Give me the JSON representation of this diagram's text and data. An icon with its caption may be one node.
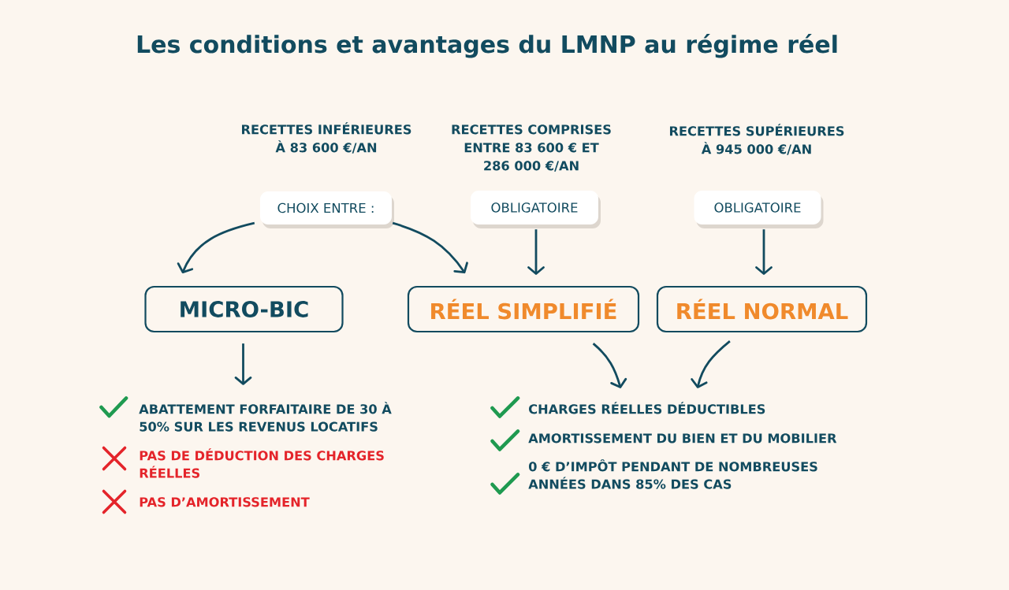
{
  "diagram": {
    "title": "Les conditions et avantages du LMNP au régime réel",
    "nodes": [
      {
        "text": [
          "CHOIX ENTRE :"
        ]
      },
      {
        "text": [
          "OBLIGATOIRE"
        ]
      },
      {
        "text": [
          "OBLIGATOIRE"
        ]
      },
      {
        "text": [
          "MICRO-BIC"
        ]
      },
      {
        "text": [
          "RÉEL SIMPLIFIÉ"
        ]
      },
      {
        "text": [
          "RÉEL NORMAL"
        ]
      },
      {
        "text": [
          "ABATTEMENT FORFAITAIRE DE 30 À 50% SUR LES REVENUS LOCATIFS",
          "PAS DE DÉDUCTION DES CHARGES RÉELLES",
          "PAS D’AMORTISSEMENT"
        ]
      },
      {
        "text": [
          "CHARGES RÉELLES DÉDUCTIBLES",
          "AMORTISSEMENT DU BIEN ET DU MOBILIER",
          "0 € D’IMPÔT PENDANT DE NOMBREUSES ANNÉES DANS 85% DES CAS"
        ]
      }
    ],
    "edges": [
      {
        "from": 0,
        "to": 3,
        "arrow": "to"
      },
      {
        "from": 0,
        "to": 4,
        "arrow": "to"
      },
      {
        "from": 1,
        "to": 4,
        "arrow": "to"
      },
      {
        "from": 2,
        "to": 5,
        "arrow": "to"
      },
      {
        "from": 3,
        "to": 6,
        "arrow": "to"
      },
      {
        "from": 4,
        "to": 7,
        "arrow": "to"
      },
      {
        "from": 5,
        "to": 7,
        "arrow": "to"
      }
    ],
    "labels": [
      "RECETTES INFÉRIEURES À 83 600 €/AN",
      "RECETTES COMPRISES ENTRE 83 600 € ET 286 000 €/AN",
      "RECETTES SUPÉRIEURES À 945 000 €/AN"
    ]
  }
}
